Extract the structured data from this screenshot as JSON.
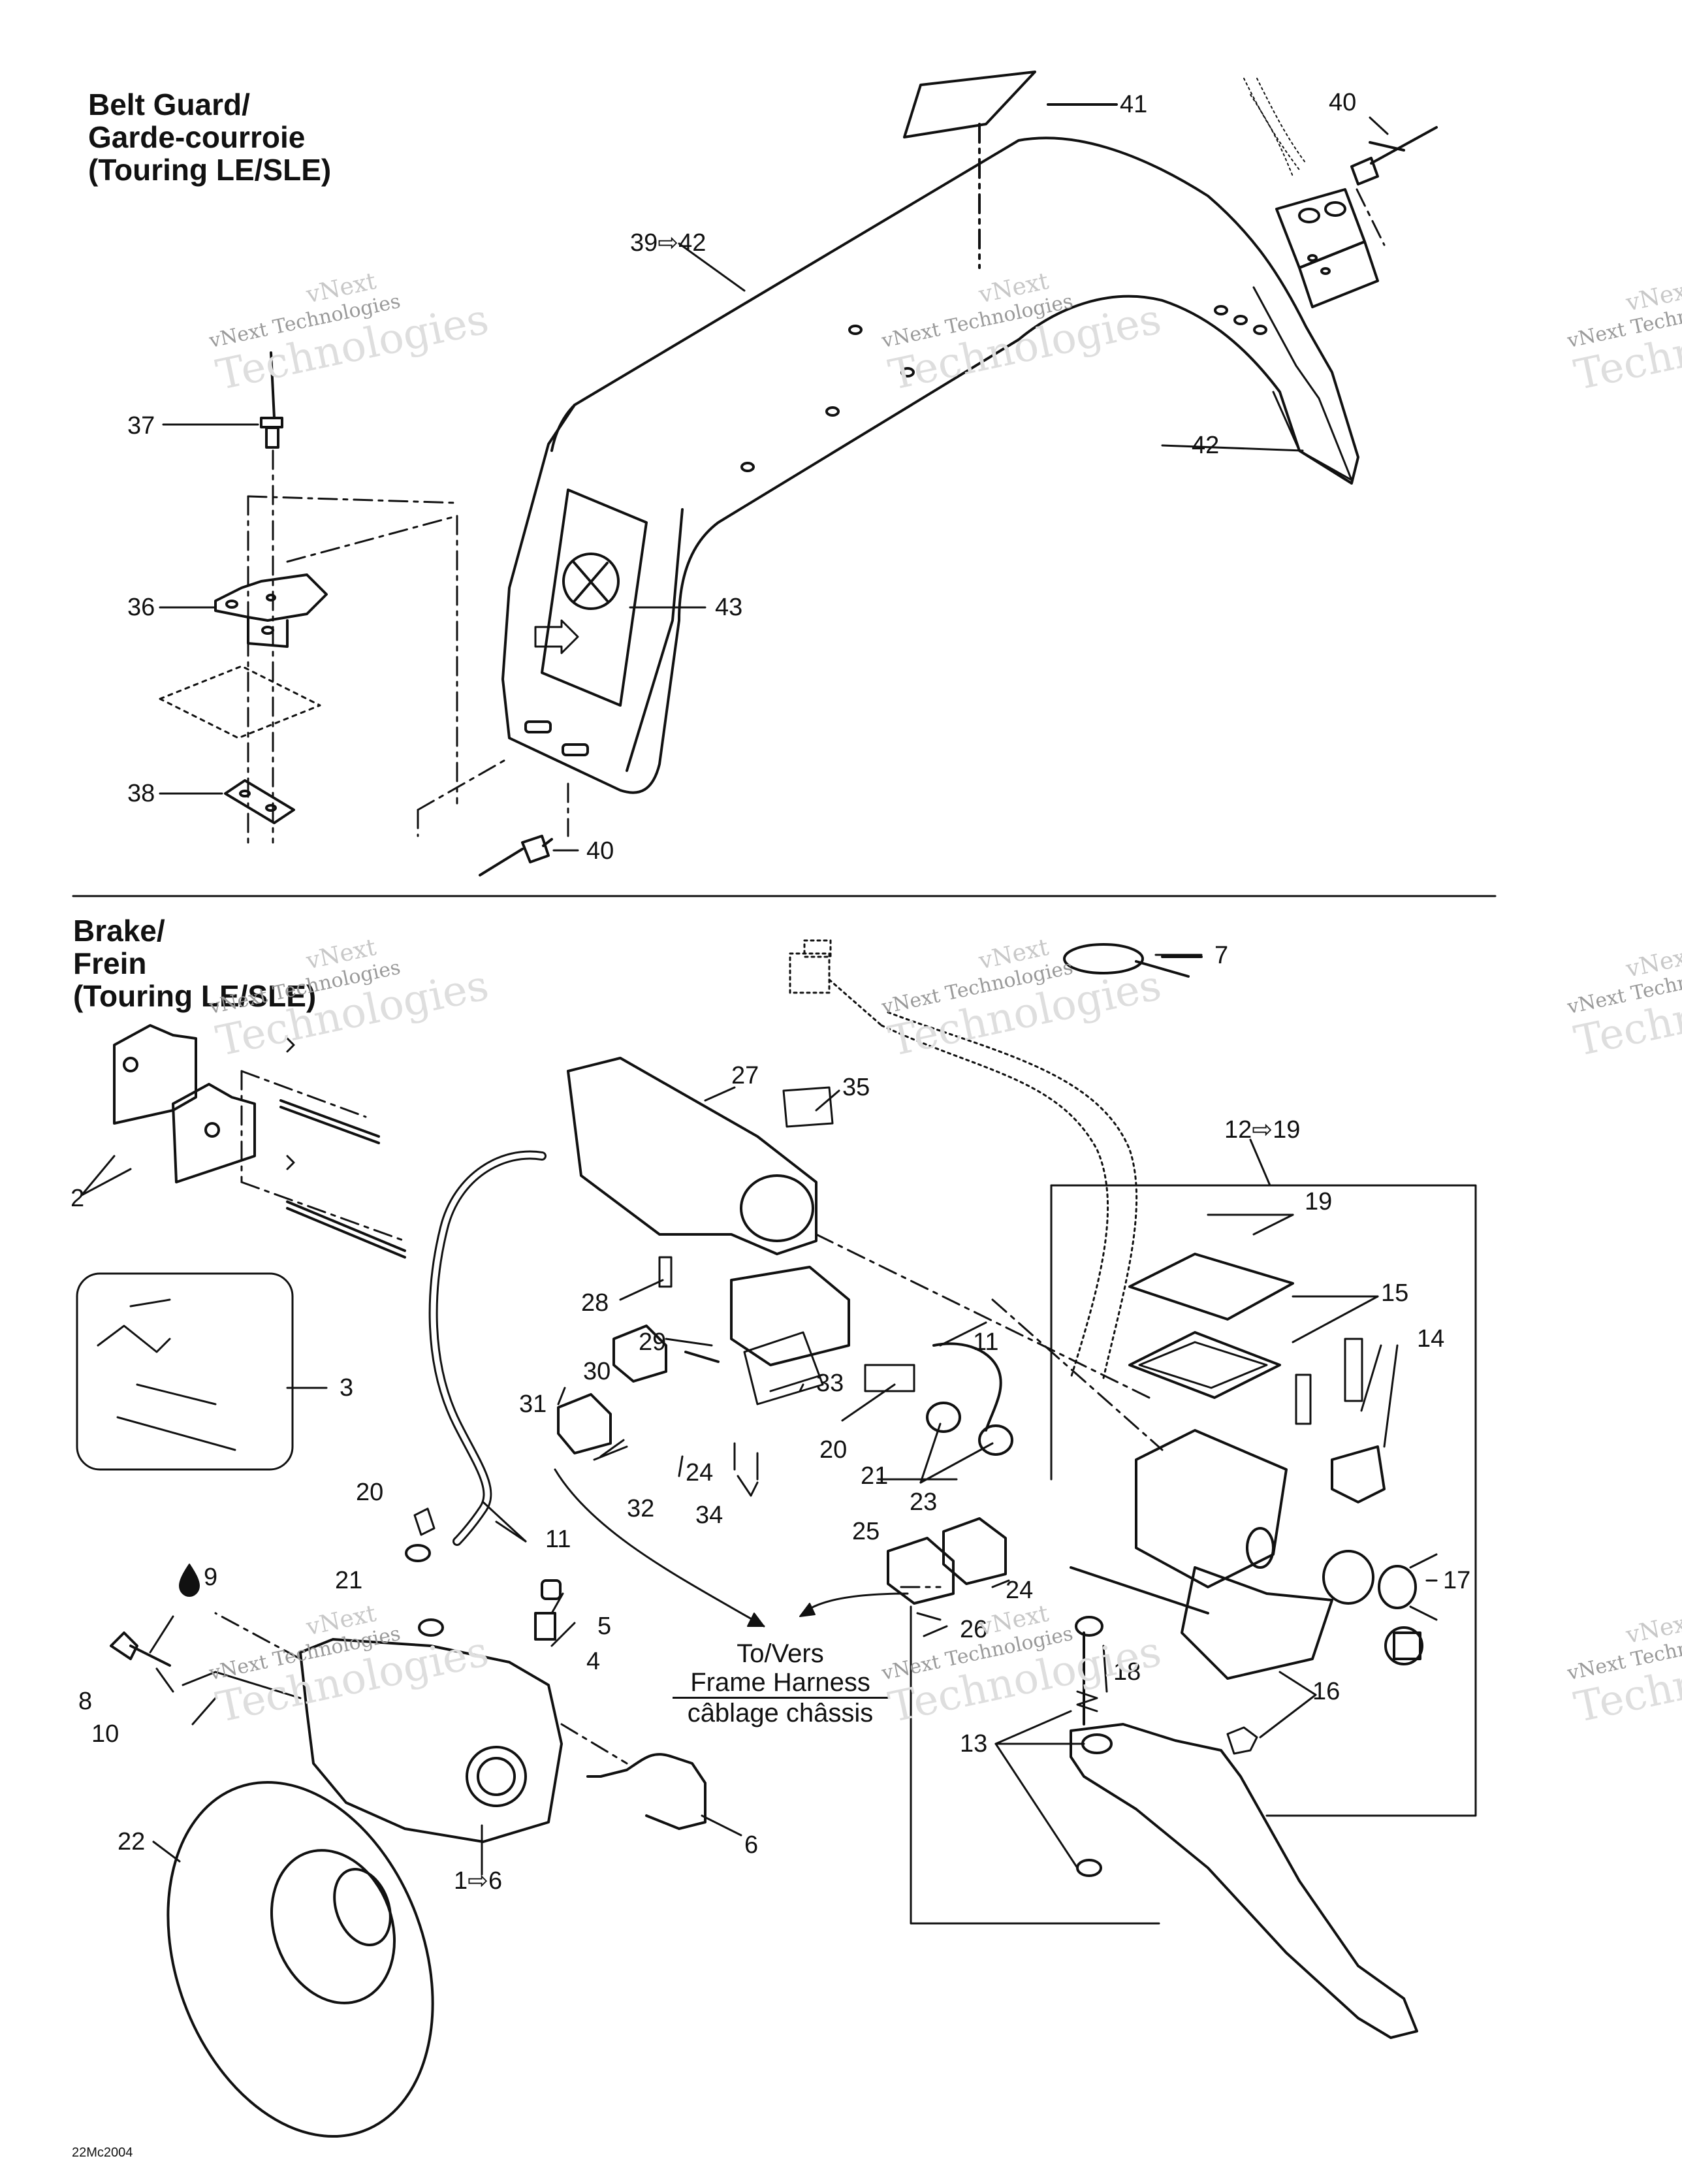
{
  "sections": {
    "belt_guard": {
      "line1": "Belt Guard/",
      "line2": "Garde-courroie",
      "line3": "(Touring LE/SLE)"
    },
    "brake": {
      "line1": "Brake/",
      "line2": "Frein",
      "line3": "(Touring LE/SLE)"
    }
  },
  "callouts": {
    "c41": "41",
    "c40a": "40",
    "c39_42": "39⇨42",
    "c37": "37",
    "c42": "42",
    "c36": "36",
    "c43": "43",
    "c38": "38",
    "c40b": "40",
    "c7": "7",
    "c27": "27",
    "c35": "35",
    "c12_19": "12⇨19",
    "c19": "19",
    "c2": "2",
    "c15": "15",
    "c28": "28",
    "c11a": "11",
    "c14": "14",
    "c29": "29",
    "c3": "3",
    "c30": "30",
    "c33": "33",
    "c31": "31",
    "c20a": "20",
    "c21a": "21",
    "c24a": "24",
    "c32": "32",
    "c34": "34",
    "c20b": "20",
    "c11b": "11",
    "c23": "23",
    "c25": "25",
    "c21b": "21",
    "c24b": "24",
    "c17": "17",
    "c9": "9",
    "c5": "5",
    "c26": "26",
    "c4": "4",
    "c18": "18",
    "c8": "8",
    "c16": "16",
    "c10": "10",
    "c13": "13",
    "c6": "6",
    "c22": "22",
    "c1_6": "1⇨6"
  },
  "frame_harness_note": {
    "line1": "To/Vers",
    "line2": "Frame Harness",
    "line3": "câblage châssis"
  },
  "watermark": {
    "line1": "vNext",
    "line2": "vNext Technologies",
    "line3": "Technologies"
  },
  "figure_code": "22Mc2004"
}
